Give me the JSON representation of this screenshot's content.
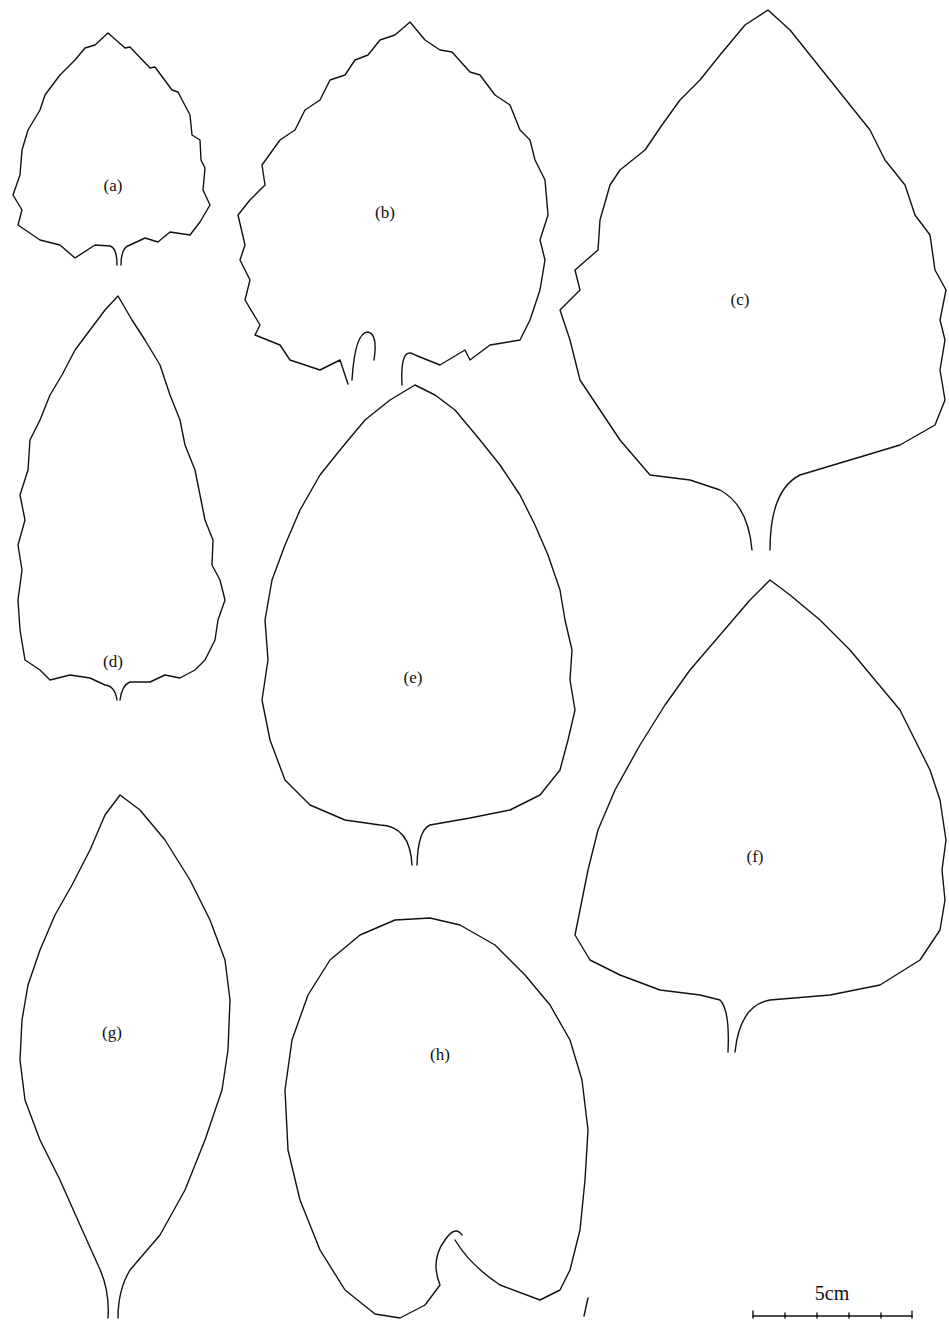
{
  "diagram": {
    "labels": [
      "(a)",
      "(b)",
      "(c)",
      "(d)",
      "(e)",
      "(f)",
      "(g)",
      "(h)",
      "5cm"
    ]
  }
}
